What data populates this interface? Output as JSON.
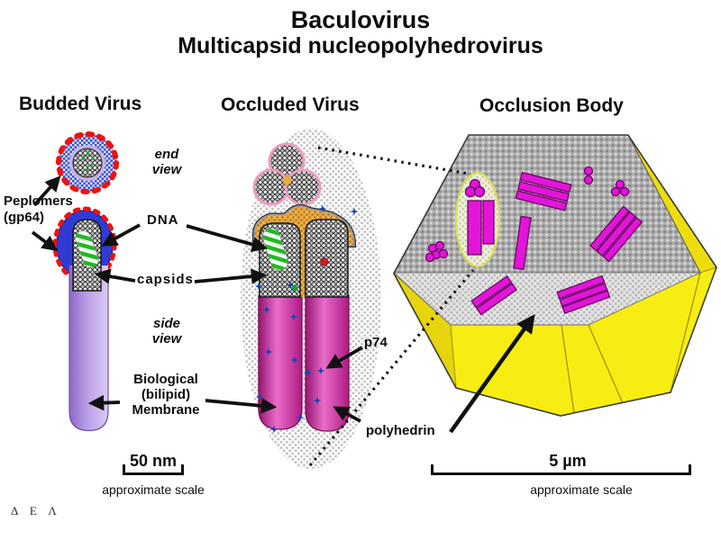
{
  "title": "Baculovirus",
  "subtitle": "Multicapsid nucleopolyhedrovirus",
  "panels": {
    "budded": {
      "heading": "Budded Virus"
    },
    "occluded": {
      "heading": "Occluded Virus"
    },
    "occlusion_body": {
      "heading": "Occlusion Body"
    }
  },
  "labels": {
    "end_view": {
      "line1": "end",
      "line2": "view"
    },
    "side_view": {
      "line1": "side",
      "line2": "view"
    },
    "peplomers": {
      "line1": "Peplomers",
      "line2": "(gp64)"
    },
    "dna": "DNA",
    "capsids": "capsids",
    "membrane": {
      "line1": "Biological",
      "line2": "(bilipid)",
      "line3": "Membrane"
    },
    "p74": "p74",
    "polyhedrin": "polyhedrin"
  },
  "scalebars": {
    "budded": {
      "length_label": "50 nm",
      "caption": "approximate scale"
    },
    "occlusion": {
      "length_label": "5 µm",
      "caption": "approximate scale"
    }
  },
  "signature": "Δ Ε Λ",
  "colors": {
    "membrane_purple": "#b99ee6",
    "envelope_blue": "#2e3cd4",
    "peplomer_red": "#ee1111",
    "virion_envelope_pink": "#e96cc8",
    "dna_green": "#23b823",
    "polyhedrin_gray": "#c2c2c2",
    "occlusion_yellow": "#f7ed12",
    "nucleocapsid_magenta": "#e215d8",
    "p74_blue": "#1846b4",
    "tegument_orange": "#e5a73e"
  }
}
